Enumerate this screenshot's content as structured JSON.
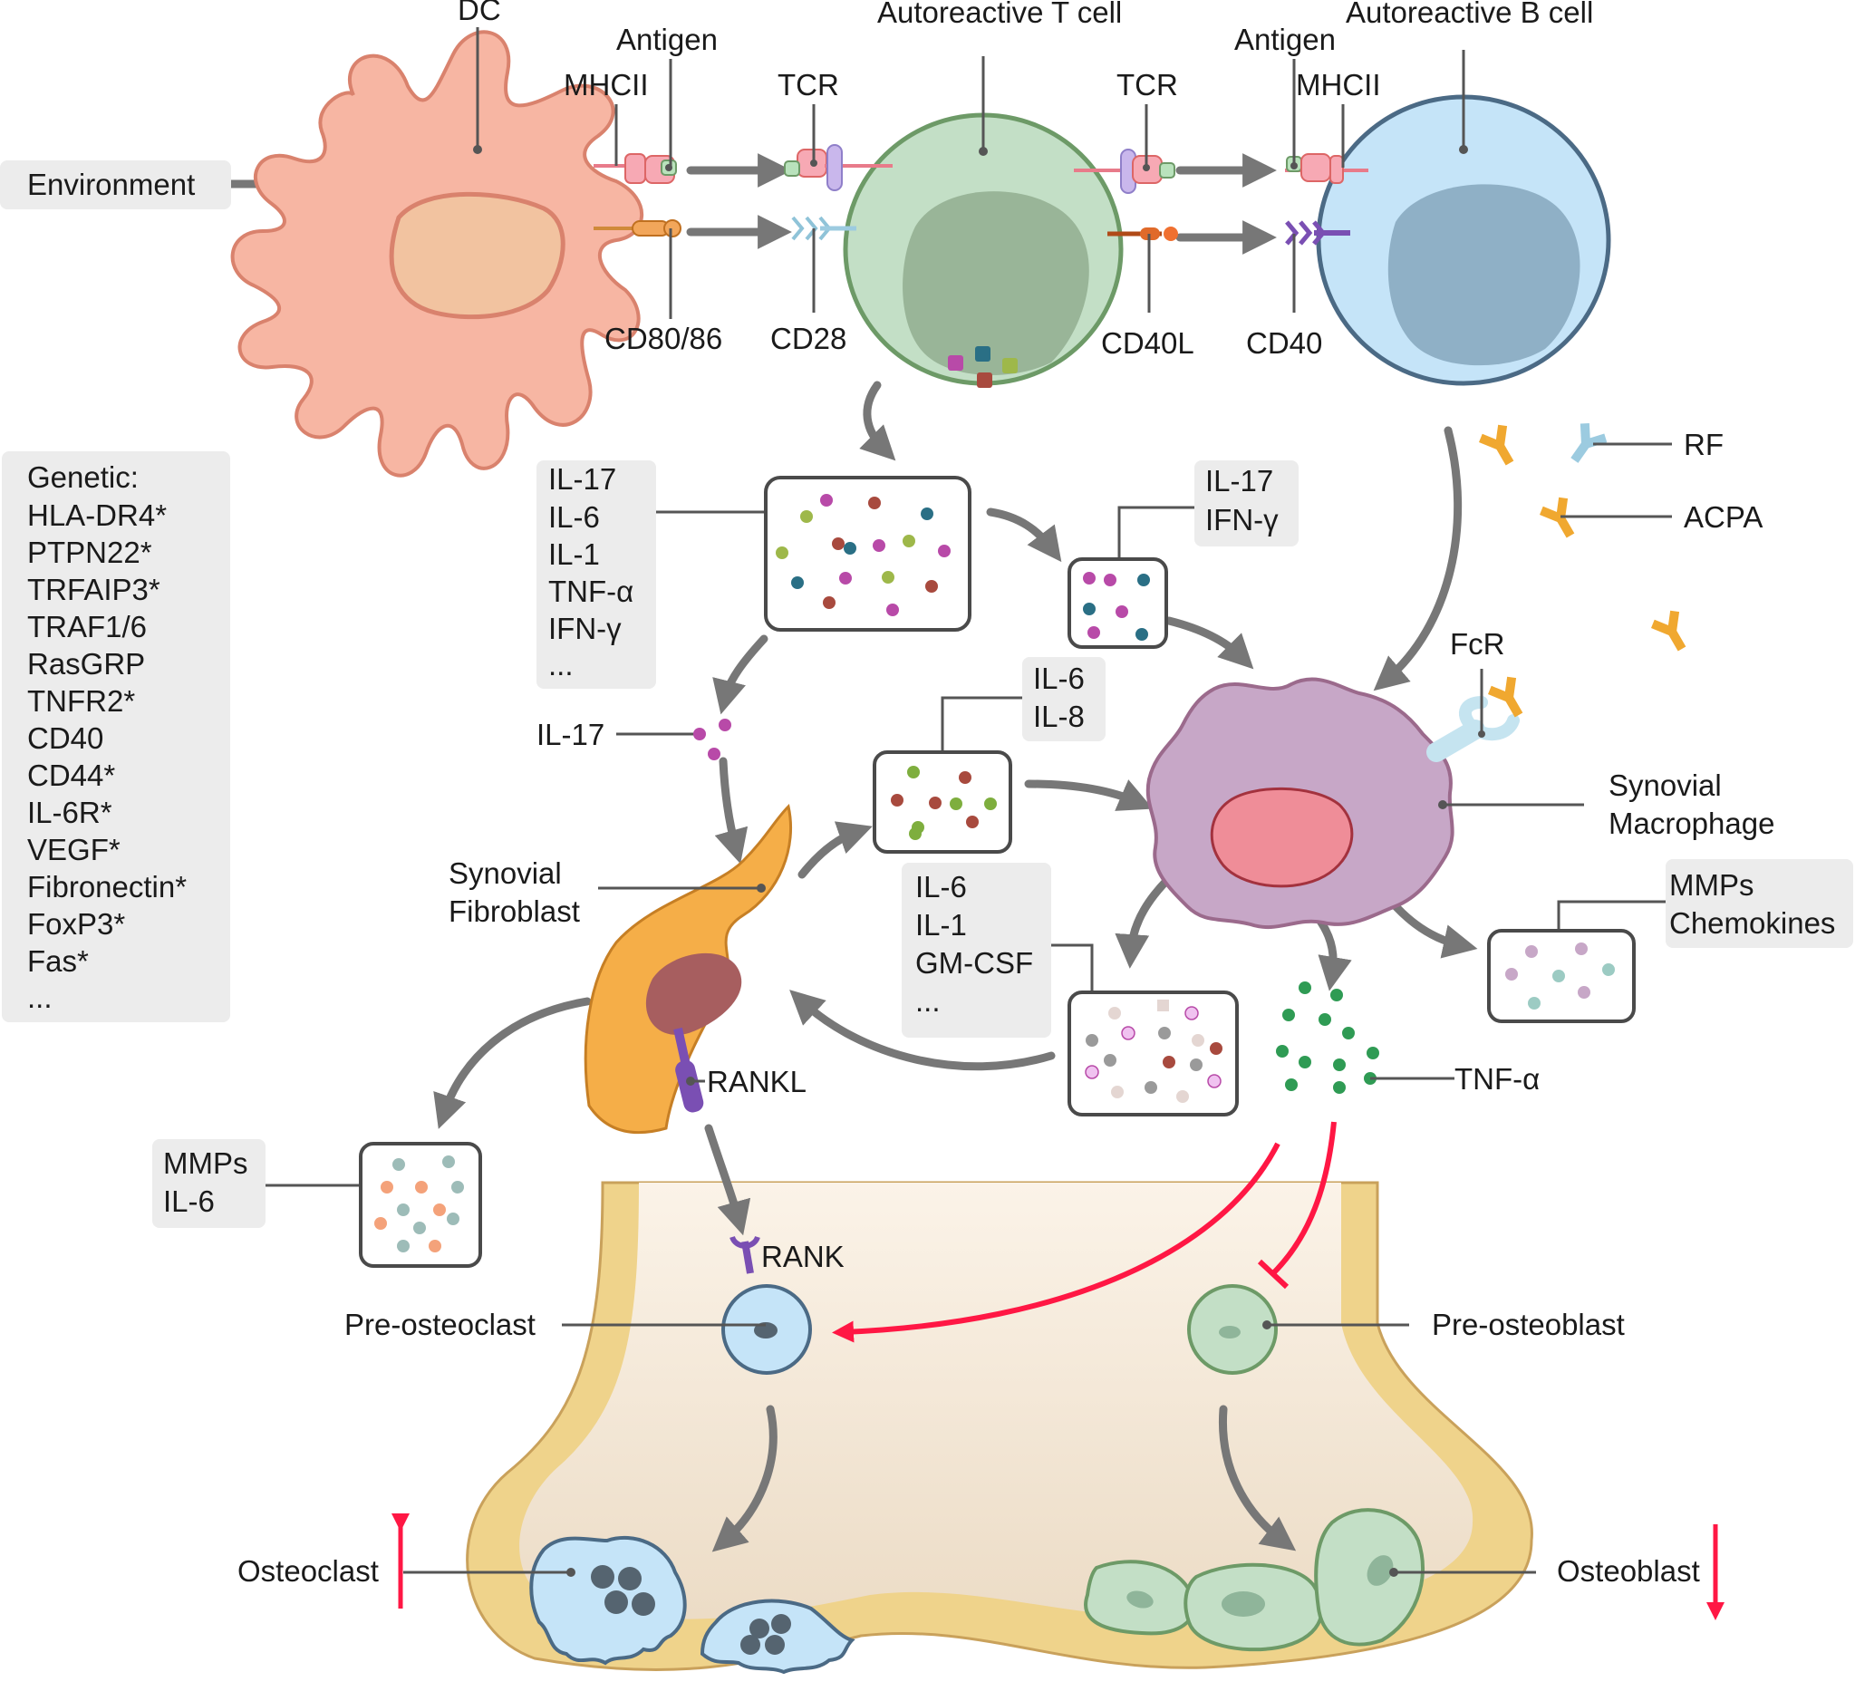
{
  "colors": {
    "dc_fill": "#f7b6a3",
    "dc_stroke": "#d9826d",
    "dc_nucleus": "#f2c3a0",
    "tcell_fill": "#c3dfc6",
    "tcell_stroke": "#6d9a67",
    "tcell_nucleus": "#99b598",
    "bcell_fill": "#c5e4f8",
    "bcell_stroke": "#4b6a85",
    "bcell_nucleus": "#8fb0c6",
    "macrophage_fill": "#c7a7c7",
    "macrophage_stroke": "#9b6a8c",
    "macrophage_nucleus": "#ef8d98",
    "fibroblast_fill": "#f5ae48",
    "fibroblast_nucleus": "#a75e5f",
    "bone_fill": "#efd38b",
    "bone_stroke": "#c9a15b",
    "inhibition_red": "#ff1744",
    "arrow_gray": "#777777",
    "label_box": "#ececec"
  },
  "cells": {
    "dc": "DC",
    "t_cell": "Autoreactive T cell",
    "b_cell": "Autoreactive B cell",
    "synovial_macrophage": [
      "Synovial",
      "Macrophage"
    ],
    "synovial_fibroblast": [
      "Synovial",
      "Fibroblast"
    ],
    "pre_osteoclast": "Pre-osteoclast",
    "pre_osteoblast": "Pre-osteoblast",
    "osteoclast": "Osteoclast",
    "osteoblast": "Osteoblast"
  },
  "molecules": {
    "antigen_dc": "Antigen",
    "mhcii_dc": "MHCII",
    "cd80_86": "CD80/86",
    "tcr_left": "TCR",
    "cd28": "CD28",
    "tcr_right": "TCR",
    "cd40l": "CD40L",
    "antigen_b": "Antigen",
    "mhcii_b": "MHCII",
    "cd40": "CD40",
    "rf": "RF",
    "acpa": "ACPA",
    "fcr": "FcR",
    "rankl": "RANKL",
    "rank": "RANK",
    "il17_release": "IL-17",
    "tnf_release": "TNF-α"
  },
  "environment": "Environment",
  "genetic_box": [
    "Genetic:",
    "HLA-DR4*",
    "PTPN22*",
    "TRFAIP3*",
    "TRAF1/6",
    "RasGRP",
    "TNFR2*",
    "CD40",
    "CD44*",
    "IL-6R*",
    "VEGF*",
    "Fibronectin*",
    "FoxP3*",
    "Fas*",
    "..."
  ],
  "cytokine_boxes": {
    "tcell_main": [
      "IL-17",
      "IL-6",
      "IL-1",
      "TNF-α",
      "IFN-γ",
      "..."
    ],
    "tcell_small": [
      "IL-17",
      "IFN-γ"
    ],
    "fibroblast_out": [
      "IL-6",
      "IL-8"
    ],
    "macrophage_to_fibro": [
      "IL-6",
      "IL-1",
      "GM-CSF",
      "..."
    ],
    "macrophage_mmps": [
      "MMPs",
      "Chemokines"
    ],
    "fibroblast_mmps": [
      "MMPs",
      "IL-6"
    ]
  }
}
